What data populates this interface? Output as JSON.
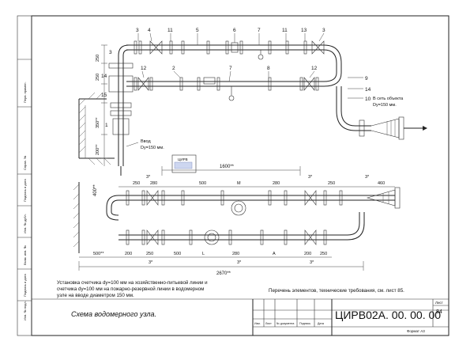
{
  "top_view": {
    "callouts_top": [
      "3",
      "4",
      "11",
      "5",
      "6",
      "7",
      "11",
      "13",
      "3"
    ],
    "callouts_mid": [
      "12",
      "2",
      "7",
      "8",
      "12"
    ],
    "callouts_left": [
      "3",
      "14",
      "15",
      "1"
    ],
    "callouts_right": [
      "9",
      "14",
      "10"
    ],
    "dims_left": [
      "250",
      "250",
      "350**",
      "200**"
    ],
    "inlet_label": "Ввод",
    "inlet_dy": "Dy=150 мм.",
    "outlet_label": "В сеть объекта",
    "outlet_dy": "Dy=150 мм."
  },
  "plan_view": {
    "overall_upper": "1600**",
    "overall_lower": "2670**",
    "left_dim": "400**",
    "upper_dims": [
      "250",
      "280",
      "500",
      "M",
      "280",
      "250",
      "460"
    ],
    "upper_angles": [
      "3*",
      "3*",
      "3*"
    ],
    "lower_dims": [
      "500**",
      "200",
      "250",
      "500",
      "L",
      "280",
      "A",
      "200",
      "250"
    ],
    "lower_angles": [
      "3*",
      "3*",
      "3*"
    ],
    "stamp_text": "ЦИРВ"
  },
  "notes": {
    "install": "Установка счетчика dy=100 мм на хозяйственно-питьевой линии и счетчика dy=100 мм на пожарно-резервной линии в водомерном узле на вводе диаметром 150 мм.",
    "elements": "Перечень элементов, технические требования, см. лист 85."
  },
  "title_block": {
    "drawing_title": "Схема водомерного узла.",
    "code": "ЦИРВ02А. 00. 00. 00",
    "sheet_label": "Лист",
    "sheet_number": "84",
    "format": "Формат А3",
    "row_headers": [
      "Изм.",
      "Лист",
      "№ документа",
      "Подпись",
      "Дата"
    ]
  },
  "margin_labels": [
    "Инв. № подл.",
    "Подпись и дата",
    "Взам. инв. №",
    "Инв. № дубл.",
    "Подпись и дата",
    "Справ. №",
    "Перв. примен."
  ]
}
